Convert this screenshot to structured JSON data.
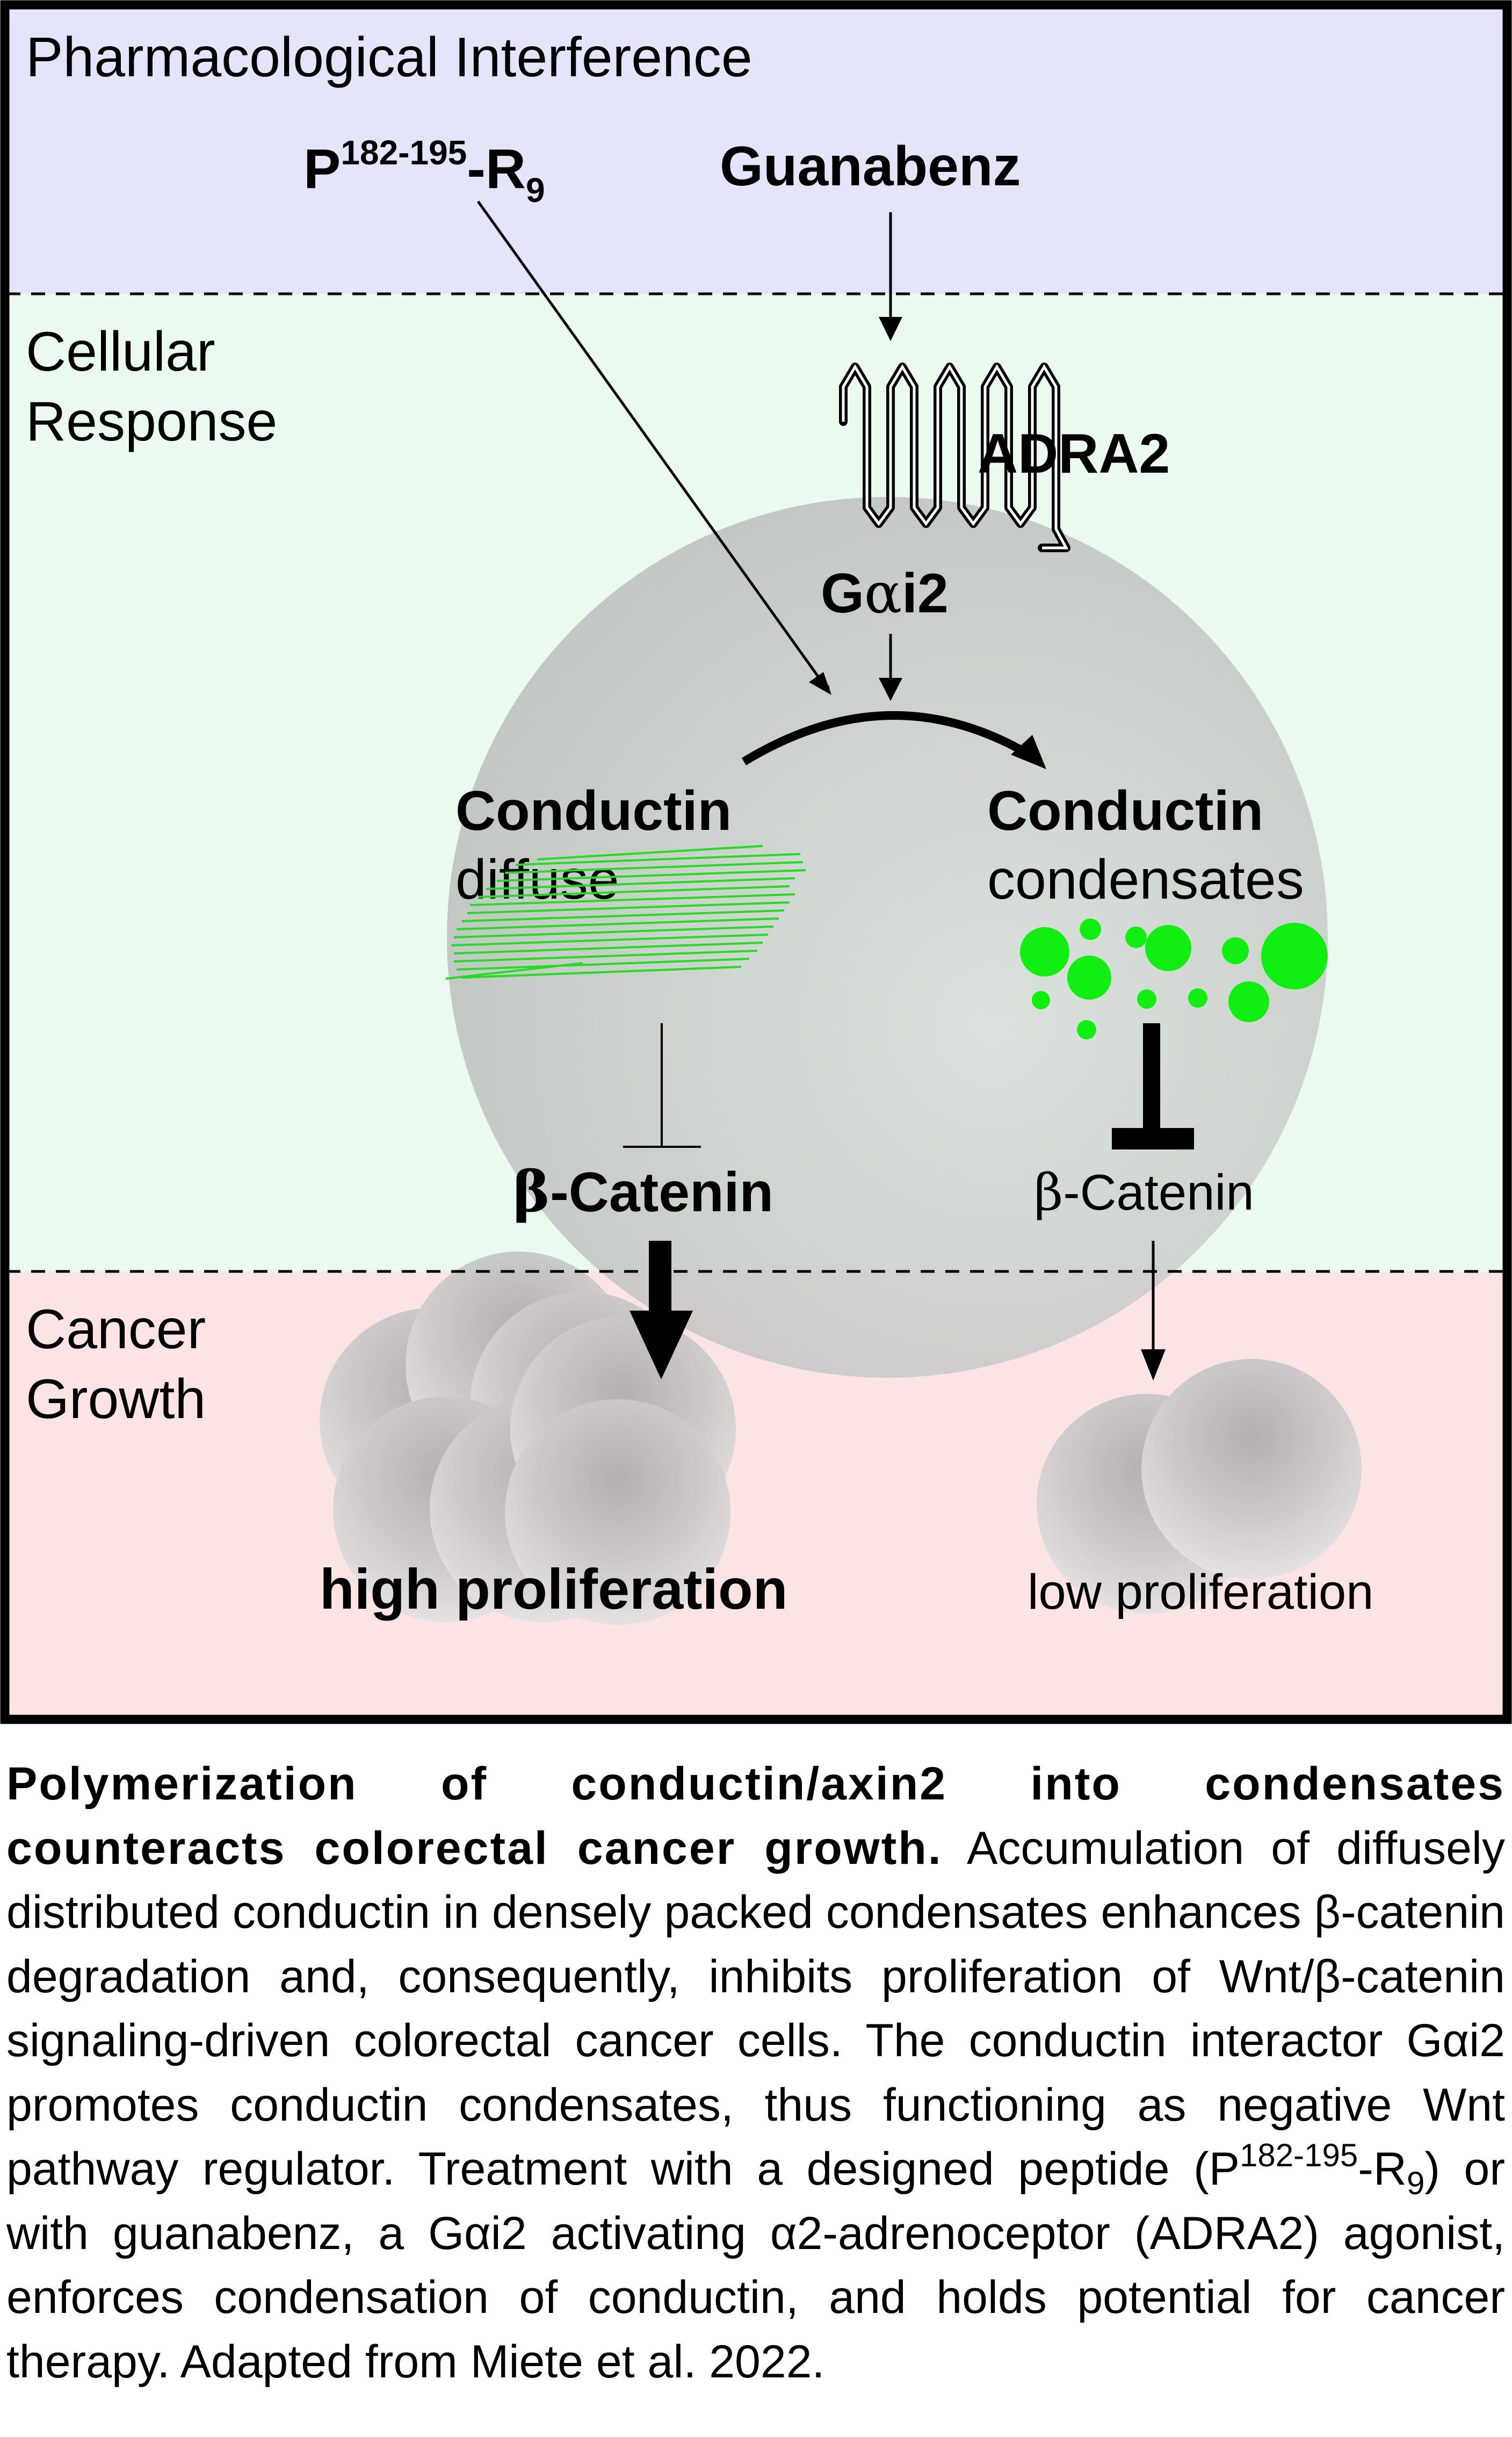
{
  "zones": {
    "pharmacological": {
      "label": "Pharmacological Interference",
      "color": "#e4e4fb"
    },
    "cellular": {
      "label_line1": "Cellular",
      "label_line2": "Response",
      "color": "#eafaee"
    },
    "cancer": {
      "label_line1": "Cancer",
      "label_line2": "Growth",
      "color": "#fce4e4"
    }
  },
  "drugs": {
    "peptide": {
      "base": "P",
      "sup": "182-195",
      "dash": "-R",
      "sub": "9"
    },
    "guanabenz": "Guanabenz"
  },
  "receptor": {
    "label": "ADRA2",
    "icon": "gpcr-7tm-icon"
  },
  "galpha": {
    "prefix": "G",
    "alpha": "α",
    "suffix": "i2"
  },
  "conductin_diffuse": {
    "title": "Conductin",
    "subtitle": "diffuse",
    "color": "#22dd22"
  },
  "conductin_condensates": {
    "title": "Conductin",
    "subtitle": "condensates",
    "color": "#11ee11"
  },
  "beta_catenin_left": {
    "beta": "β",
    "text": "-Catenin"
  },
  "beta_catenin_right": {
    "beta": "β",
    "text": "-Catenin"
  },
  "outcome_high": "high proliferation",
  "outcome_low": "low proliferation",
  "caption": {
    "title": "Polymerization of conductin/axin2 into condensates counteracts colorectal cancer growth.",
    "body_1": " Accumulation of diffusely distributed conductin in densely packed condensates enhances β-catenin degradation and, consequently, inhibits proliferation of Wnt/β-catenin signaling-driven colorectal cancer cells. The conductin interactor Gαi2 promotes conductin condensates, thus functioning as negative Wnt pathway regulator. Treatment with a designed peptide (P",
    "sup": "182-195",
    "mid": "-R",
    "sub": "9",
    "body_2": ") or with guanabenz, a Gαi2 activating α2-adrenoceptor (ADRA2) agonist, enforces condensation of conductin, and holds potential for cancer therapy. Adapted from Miete et al. 2022."
  }
}
